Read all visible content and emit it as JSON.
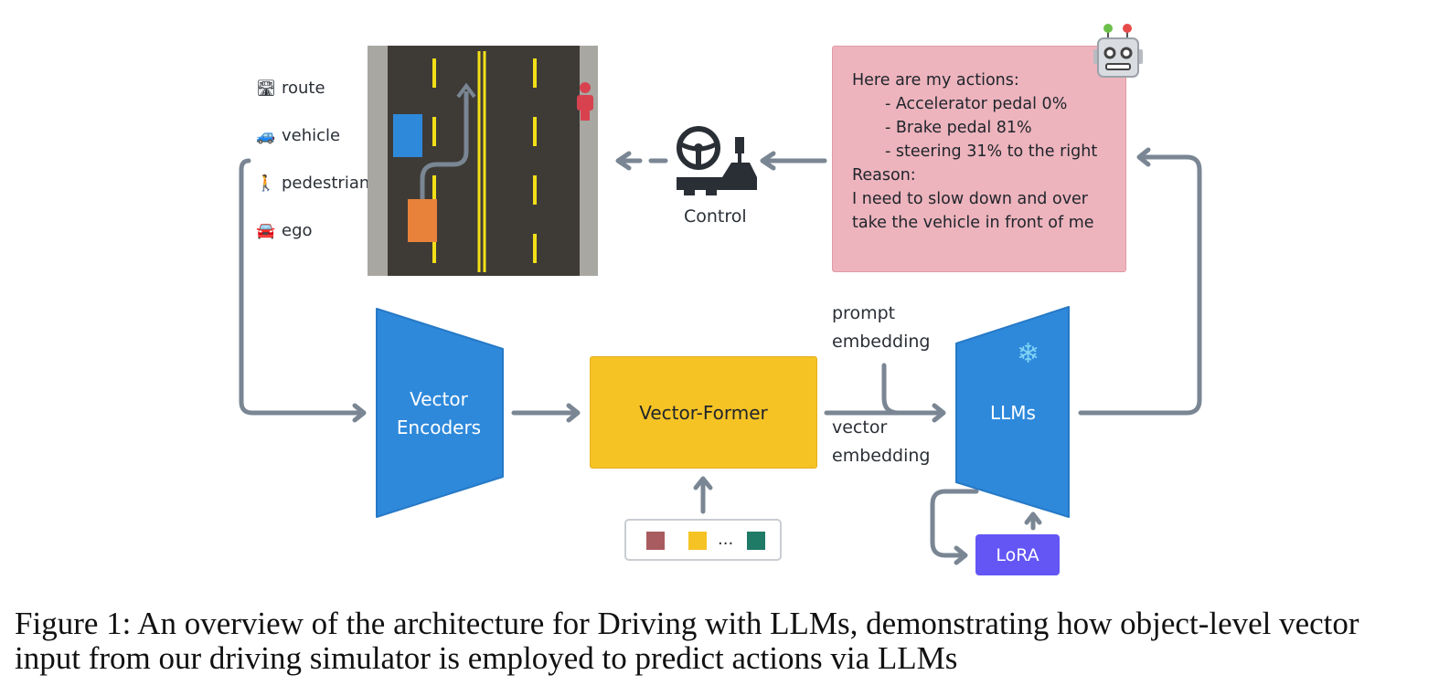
{
  "legend": {
    "route": "route",
    "vehicle": "vehicle",
    "pedestrian": "pedestrian",
    "ego": "ego"
  },
  "icons": {
    "route": "road-icon",
    "vehicle": "car-icon",
    "pedestrian": "walking-person-icon",
    "ego": "red-car-icon",
    "control": "steering-wheel-gear-icon",
    "robot": "robot-icon",
    "frozen": "snowflake-icon"
  },
  "message": {
    "header": "Here are my actions:",
    "actions": [
      "- Accelerator pedal 0%",
      "- Brake pedal 81%",
      "- steering 31% to the right"
    ],
    "reason_label": "Reason:",
    "reason_lines": [
      "I need to slow down and over",
      "take the vehicle in front of me"
    ]
  },
  "control_label": "Control",
  "blocks": {
    "vector_encoders": [
      "Vector",
      "Encoders"
    ],
    "vector_former": "Vector-Former",
    "llms": "LLMs",
    "lora": "LoRA"
  },
  "labels": {
    "prompt_embedding": [
      "prompt",
      "embedding"
    ],
    "vector_embedding": [
      "vector",
      "embedding"
    ]
  },
  "tokens": {
    "colors": [
      "#a95c5f",
      "#f6c325",
      "#1f7a66"
    ],
    "ellipsis": "..."
  },
  "colors": {
    "blue": "#2e89db",
    "yellow": "#f6c325",
    "pink": "#edb4bd",
    "purple": "#6356f5",
    "arrow": "#7a8693",
    "ego_car": "#e8823a",
    "other_car": "#2e89db",
    "pedestrian": "#d8424f"
  },
  "caption": "Figure 1: An overview of the architecture for Driving with LLMs, demonstrating how object-level vector input from our driving simulator is employed to predict actions via LLMs"
}
